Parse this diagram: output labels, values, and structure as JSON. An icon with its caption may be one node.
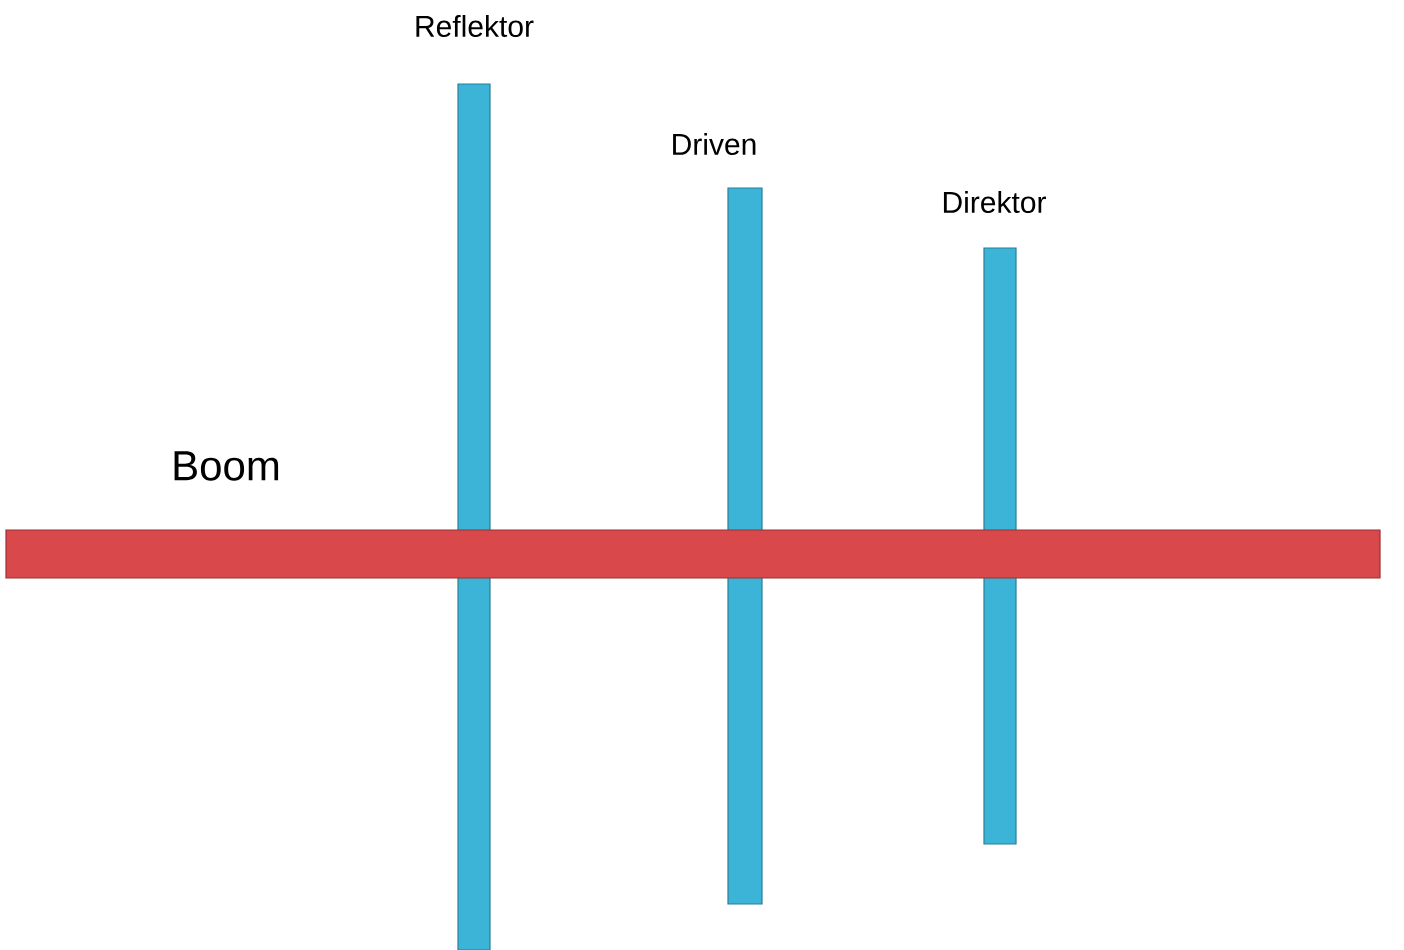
{
  "diagram": {
    "nodes": [
      {
        "text": [
          "Reflektor"
        ]
      },
      {
        "text": [
          "Driven"
        ]
      },
      {
        "text": [
          "Direktor"
        ]
      },
      {
        "text": [
          "Boom"
        ]
      }
    ]
  }
}
